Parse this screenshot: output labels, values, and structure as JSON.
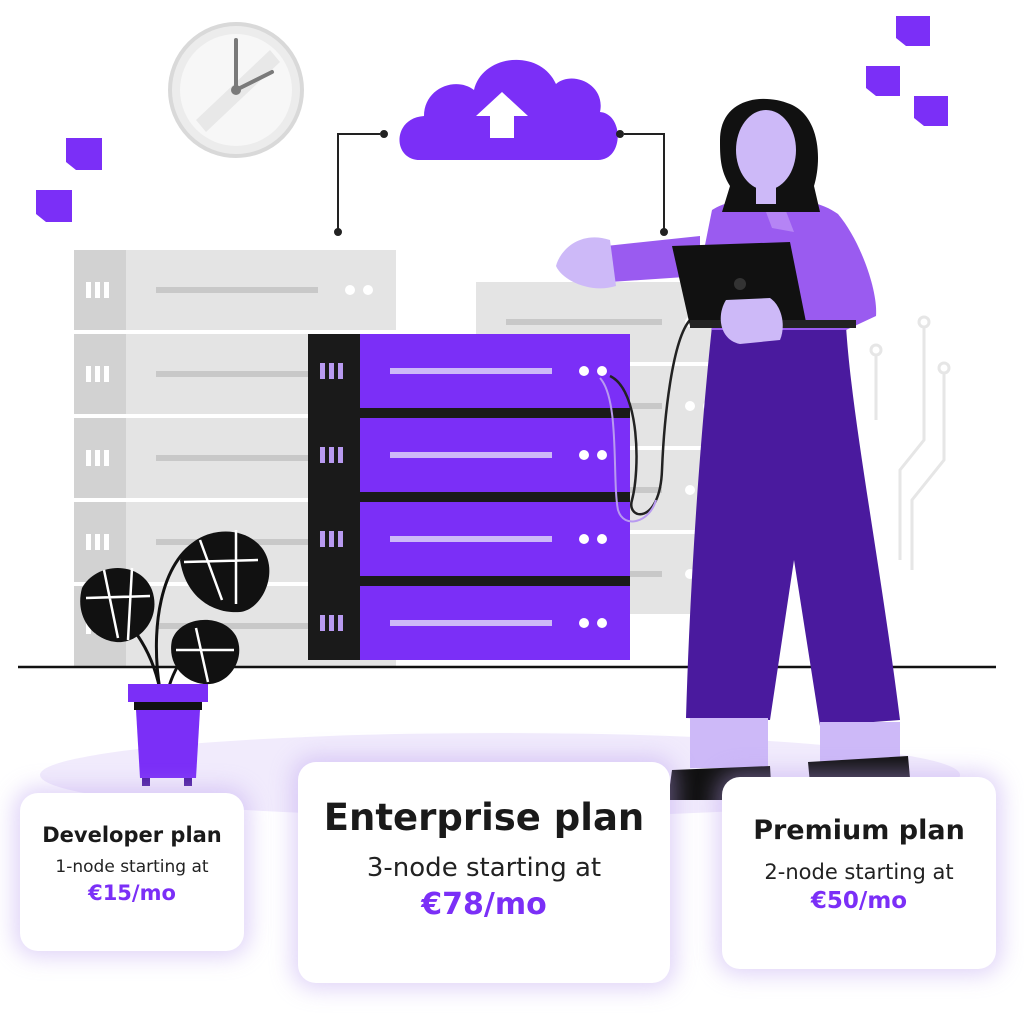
{
  "colors": {
    "accent": "#7B2FF7",
    "dark_purple": "#4A1A9E",
    "light_purple": "#CDB9F8",
    "rack_gray": "#E4E4E4",
    "rack_side": "#D2D2D2",
    "black": "#1A1A1A"
  },
  "icons": {
    "clock": "clock-icon",
    "cloud_upload": "cloud-upload-icon",
    "plant": "plant-icon",
    "laptop": "laptop-icon"
  },
  "plans": {
    "developer": {
      "name": "Developer plan",
      "subtitle": "1-node starting at",
      "price": "€15/mo"
    },
    "enterprise": {
      "name": "Enterprise plan",
      "subtitle": "3-node starting at",
      "price": "€78/mo"
    },
    "premium": {
      "name": "Premium plan",
      "subtitle": "2-node starting at",
      "price": "€50/mo"
    }
  }
}
